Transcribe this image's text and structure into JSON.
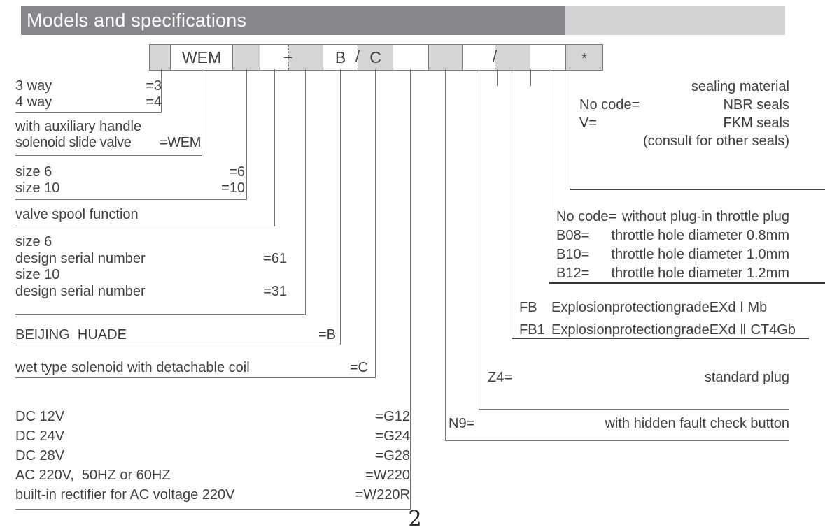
{
  "header": {
    "title": "Models and specifications"
  },
  "model_code": {
    "cells": [
      {
        "text": "",
        "shade": "gray"
      },
      {
        "text": "WEM",
        "shade": "white"
      },
      {
        "text": "",
        "shade": "gray"
      },
      {
        "text": "",
        "shade": "white"
      },
      {
        "text": "",
        "shade": "gray"
      },
      {
        "text": "B",
        "shade": "white"
      },
      {
        "text": "C",
        "shade": "gray"
      },
      {
        "text": "",
        "shade": "white"
      },
      {
        "text": "",
        "shade": "gray"
      },
      {
        "text": "",
        "shade": "white"
      },
      {
        "text": "",
        "shade": "gray"
      },
      {
        "text": "",
        "shade": "white"
      },
      {
        "text": "*",
        "shade": "gray"
      }
    ],
    "separators": {
      "dash": "–",
      "slash1": "/",
      "slash2": "/"
    }
  },
  "left_sections": [
    {
      "name": "ways",
      "rows": [
        {
          "label": "3 way",
          "value": "=3"
        },
        {
          "label": "4 way",
          "value": "=4"
        }
      ]
    },
    {
      "name": "wem-valve",
      "rows": [
        {
          "label": "with auxiliary handle",
          "value": ""
        },
        {
          "label": "solenoid slide valve",
          "value": "=WEM"
        }
      ]
    },
    {
      "name": "size",
      "rows": [
        {
          "label": "size 6",
          "value": "=6"
        },
        {
          "label": "size 10",
          "value": "=10"
        }
      ]
    },
    {
      "name": "spool-function",
      "rows": [
        {
          "label": "valve spool function",
          "value": ""
        }
      ]
    },
    {
      "name": "design-serial",
      "rows": [
        {
          "label": "size 6",
          "value": ""
        },
        {
          "label": "design serial number",
          "value": "=61"
        },
        {
          "label": "size 10",
          "value": ""
        },
        {
          "label": "design serial number",
          "value": "=31"
        }
      ]
    },
    {
      "name": "brand",
      "rows": [
        {
          "label": "BEIJING  HUADE",
          "value": "=B"
        }
      ]
    },
    {
      "name": "coil",
      "rows": [
        {
          "label": "wet type solenoid with detachable coil",
          "value": "=C"
        }
      ]
    },
    {
      "name": "voltage",
      "rows": [
        {
          "label": "DC 12V",
          "value": "=G12"
        },
        {
          "label": "DC 24V",
          "value": "=G24"
        },
        {
          "label": "DC 28V",
          "value": "=G28"
        },
        {
          "label": "AC 220V,  50HZ or 60HZ",
          "value": "=W220"
        },
        {
          "label": "built-in rectifier for AC voltage 220V",
          "value": "=W220R"
        }
      ]
    }
  ],
  "right_sections": [
    {
      "name": "sealing-material",
      "rows": [
        {
          "label": "",
          "value": "sealing material"
        },
        {
          "label": "No code=",
          "value": "NBR seals"
        },
        {
          "label": "V=",
          "value": "FKM seals"
        },
        {
          "label": "",
          "value": "(consult for other seals)"
        }
      ]
    },
    {
      "name": "throttle-plug",
      "rows": [
        {
          "label": "No code=",
          "value": "without plug-in throttle plug"
        },
        {
          "label": "B08=",
          "value": "throttle hole diameter 0.8mm"
        },
        {
          "label": "B10=",
          "value": "throttle hole diameter 1.0mm"
        },
        {
          "label": "B12=",
          "value": "throttle hole diameter 1.2mm"
        }
      ]
    },
    {
      "name": "explosion-protection",
      "rows": [
        {
          "label": "FB",
          "value": "ExplosionprotectiongradeEXd Ⅰ Mb"
        },
        {
          "label": "FB1",
          "value": "ExplosionprotectiongradeEXd Ⅱ CT4Gb"
        }
      ]
    },
    {
      "name": "standard-plug",
      "rows": [
        {
          "label": "Z4=",
          "value": "standard plug"
        }
      ]
    },
    {
      "name": "fault-check",
      "rows": [
        {
          "label": "N9=",
          "value": "with hidden fault check button"
        }
      ]
    }
  ],
  "page_number": "2",
  "colors": {
    "header_bar": "#85878A",
    "header_bar_light": "#D1D1D4",
    "cell_gray": "#D5D5D7",
    "line": "#77787A",
    "text": "#3E3F42"
  }
}
